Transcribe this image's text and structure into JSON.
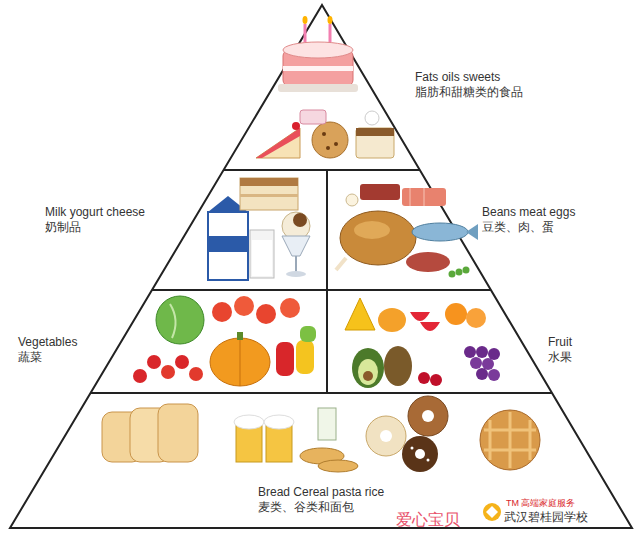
{
  "diagram": {
    "nodes": [
      {
        "text": [
          "Fats oils sweets",
          "脂肪和甜糖类的食品"
        ]
      },
      {
        "text": [
          "Milk yogurt cheese",
          "奶制品"
        ]
      },
      {
        "text": [
          "Beans meat eggs",
          "豆类、肉、蛋"
        ]
      },
      {
        "text": [
          "Vegetables",
          "蔬菜"
        ]
      },
      {
        "text": [
          "Fruit",
          "水果"
        ]
      },
      {
        "text": [
          "Bread Cereal pasta rice",
          "麦类、谷类和面包"
        ]
      }
    ],
    "labels": [
      "TM 高端家庭服务",
      "爱心宝贝",
      "武汉碧桂园学校"
    ]
  }
}
